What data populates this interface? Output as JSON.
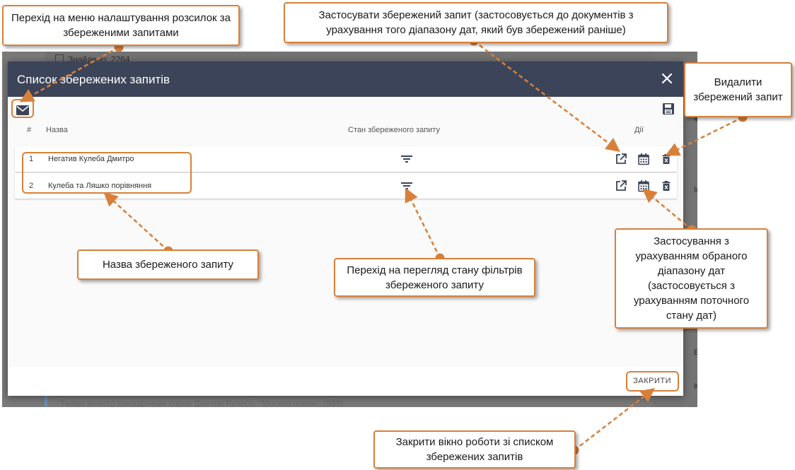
{
  "background": {
    "found_label": "Знайдено: 2264",
    "bottom_text": "Twitter міністр закордонних справ Дмитро Кулеба. \"Москва повин...(889)",
    "side_labels": [
      "4",
      "Ін",
      "Ел",
      "Ко"
    ]
  },
  "modal": {
    "title": "Список збережених запитів",
    "columns": {
      "num": "#",
      "name": "Назва",
      "state": "Стан збереженого запиту",
      "actions": "Дії"
    },
    "rows": [
      {
        "num": "1",
        "name": "Негатив Кулеба Дмитро"
      },
      {
        "num": "2",
        "name": "Кулеба та Ляшко порівняння"
      }
    ],
    "close_label": "ЗАКРИТИ"
  },
  "annotations": {
    "mailing_menu": "Перехід на меню налаштування розсилок за збереженими запитами",
    "apply_saved": "Застосувати збережений запит (застосовується до документів з урахування того діапазону дат, який був збережений раніше)",
    "delete_saved": "Видалити збережений запит",
    "apply_with_range": "Застосування з урахуванням обраного діапазону дат (застосовується з урахуванням поточного стану дат)",
    "query_name": "Назва збереженого запиту",
    "filter_state": "Перехід на перегляд стану фільтрів збереженого запиту",
    "close_window": "Закрити вікно роботи зі списком збережених запитів"
  },
  "colors": {
    "header_bg": "#3c4459",
    "annotation_orange": "#d8803a",
    "icon": "#3c4459"
  }
}
